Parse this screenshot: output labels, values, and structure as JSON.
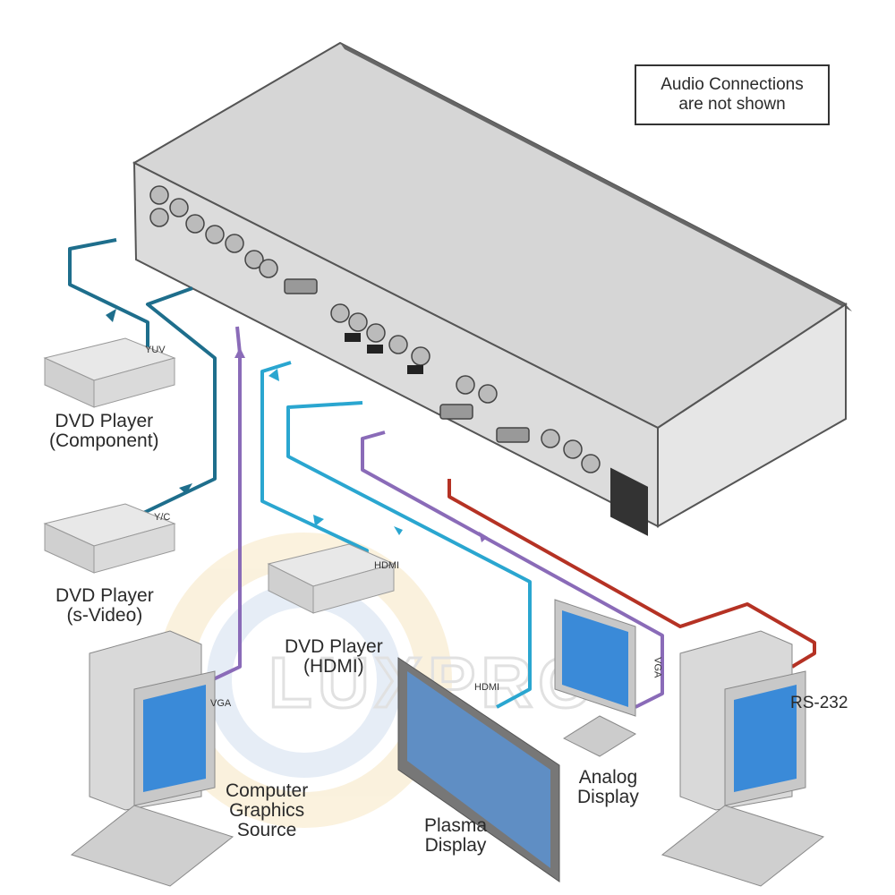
{
  "note": {
    "line1": "Audio Connections",
    "line2": "are not shown"
  },
  "devices": {
    "dvd_component": {
      "name": "DVD Player",
      "sub": "(Component)",
      "cable": "YUV"
    },
    "dvd_svideo": {
      "name": "DVD Player",
      "sub": "(s-Video)",
      "cable": "Y/C"
    },
    "dvd_hdmi": {
      "name": "DVD Player",
      "sub": "(HDMI)",
      "cable": "HDMI"
    },
    "computer_source": {
      "line1": "Computer",
      "line2": "Graphics",
      "line3": "Source",
      "cable": "VGA"
    },
    "plasma": {
      "line1": "Plasma",
      "line2": "Display",
      "cable": "HDMI"
    },
    "analog": {
      "line1": "Analog",
      "line2": "Display",
      "cable": "VGA"
    },
    "control_pc": {
      "cable": "RS-232"
    }
  },
  "watermark": "LUXPRO",
  "colors": {
    "video_cable": "#1e6e8c",
    "hdmi_cable": "#2aa6d0",
    "vga_cable": "#8a6bb8",
    "rs232_cable": "#b53224",
    "chassis": "#d8d8d8"
  }
}
